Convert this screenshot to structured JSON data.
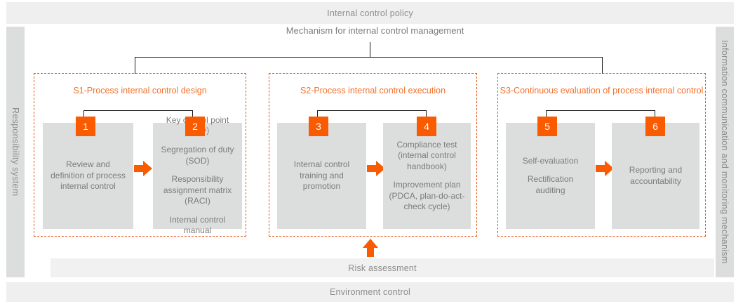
{
  "bands": {
    "top": "Internal control policy",
    "risk": "Risk assessment",
    "environment": "Environment control"
  },
  "sidebars": {
    "left": "Responsibility system",
    "right": "Information communication and monitoring mechanism"
  },
  "mechanism_title": "Mechanism for internal control management",
  "colors": {
    "accent_orange": "#fa5a00",
    "panel_border": "#e1591b",
    "panel_title": "#f4712b",
    "band_grey": "#efefef",
    "box_grey": "#dcdddd",
    "text_grey": "#7c7c7c"
  },
  "stages": [
    {
      "id": "s1",
      "title": "S1-Process internal control design",
      "steps": [
        {
          "number": "1",
          "lines": [
            "Review and\ndefinition of process\ninternal control"
          ]
        },
        {
          "number": "2",
          "lines": [
            "Key control point（KCP）",
            "Segregation of duty\n(SOD)",
            "Responsibility\nassignment matrix\n(RACI)",
            "Internal control manual"
          ]
        }
      ]
    },
    {
      "id": "s2",
      "title": "S2-Process internal control execution",
      "steps": [
        {
          "number": "3",
          "lines": [
            "Internal control\ntraining and\npromotion"
          ]
        },
        {
          "number": "4",
          "lines": [
            "Compliance test\n(internal control\nhandbook)",
            "Improvement plan\n(PDCA, plan-do-act-\ncheck cycle)"
          ]
        }
      ]
    },
    {
      "id": "s3",
      "title": "S3-Continuous evaluation of process internal control",
      "steps": [
        {
          "number": "5",
          "lines": [
            "Self-evaluation",
            "Rectification\nauditing"
          ]
        },
        {
          "number": "6",
          "lines": [
            "Reporting and\naccountability"
          ]
        }
      ]
    }
  ]
}
